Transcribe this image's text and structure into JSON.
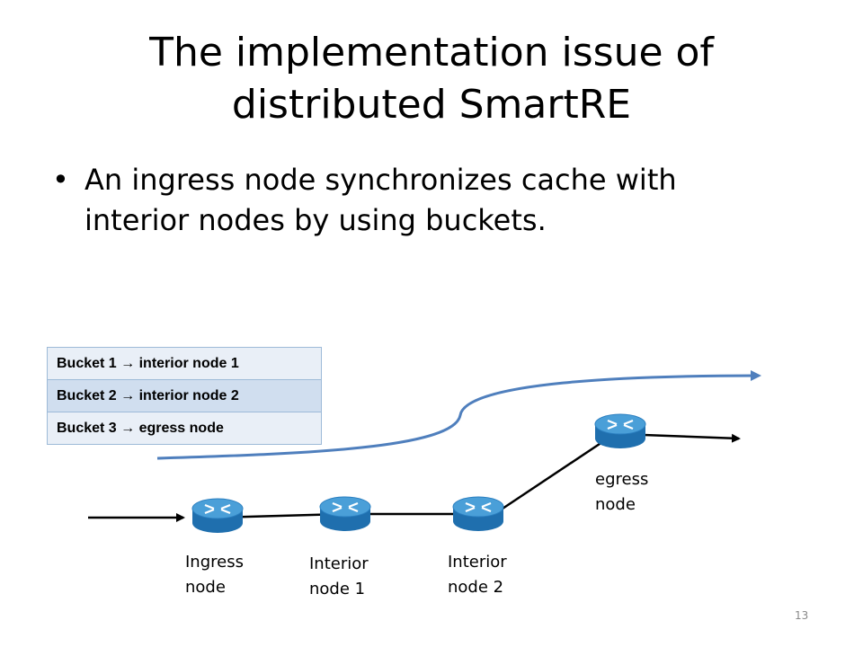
{
  "slide": {
    "title_line1": "The implementation issue of",
    "title_line2": "distributed SmartRE",
    "bullet_symbol": "•",
    "bullet_text": "An ingress node synchronizes cache with interior nodes by using buckets.",
    "page_number": "13"
  },
  "bucket_table": {
    "rows": [
      {
        "bucket": "Bucket 1",
        "arrow": "→",
        "target": "interior node 1"
      },
      {
        "bucket": "Bucket 2",
        "arrow": "→",
        "target": "interior node 2"
      },
      {
        "bucket": "Bucket 3",
        "arrow": "→",
        "target": "egress node"
      }
    ]
  },
  "nodes": {
    "ingress": {
      "line1": "Ingress",
      "line2": "node"
    },
    "interior1": {
      "line1": "Interior",
      "line2": "node 1"
    },
    "interior2": {
      "line1": "Interior",
      "line2": "node 2"
    },
    "egress": {
      "line1": "egress",
      "line2": "node"
    }
  },
  "colors": {
    "router_top": "#4a9fd8",
    "router_side": "#1f6fae",
    "sync_curve": "#4f7fbd",
    "link": "#000000"
  },
  "icons": [
    "router-icon"
  ]
}
